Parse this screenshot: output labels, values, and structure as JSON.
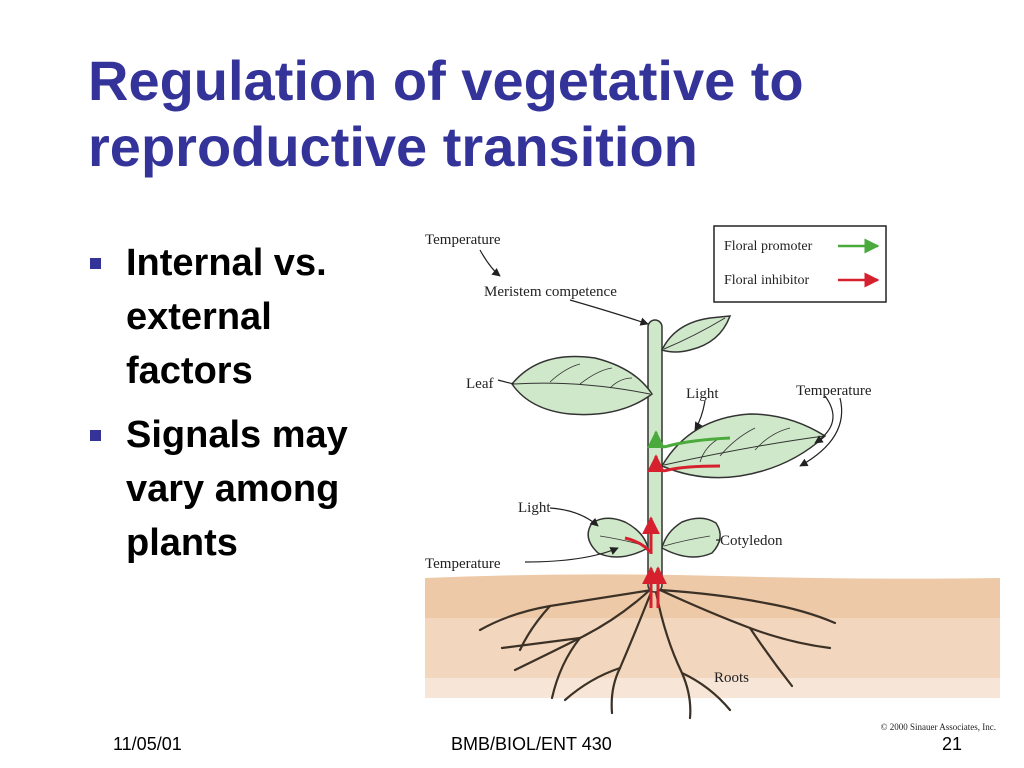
{
  "slide": {
    "title_line1": "Regulation of vegetative to",
    "title_line2": "reproductive transition",
    "bullets": [
      {
        "lines": [
          "Internal vs.",
          "external",
          "factors"
        ]
      },
      {
        "lines": [
          "Signals may",
          "vary among",
          "plants"
        ]
      }
    ]
  },
  "diagram": {
    "labels": {
      "temperature_top": "Temperature",
      "meristem_competence": "Meristem competence",
      "leaf": "Leaf",
      "light_upper": "Light",
      "temperature_right": "Temperature",
      "light_lower": "Light",
      "cotyledon": "Cotyledon",
      "temperature_lower": "Temperature",
      "roots": "Roots"
    },
    "legend": {
      "promoter": "Floral promoter",
      "inhibitor": "Floral inhibitor"
    },
    "colors": {
      "promoter": "#4aaa3c",
      "inhibitor": "#d6202e",
      "leaf_fill": "#cfe8c9",
      "soil": "#edc9a8"
    },
    "copyright": "© 2000 Sinauer Associates, Inc."
  },
  "footer": {
    "date": "11/05/01",
    "course": "BMB/BIOL/ENT 430",
    "page": "21"
  }
}
